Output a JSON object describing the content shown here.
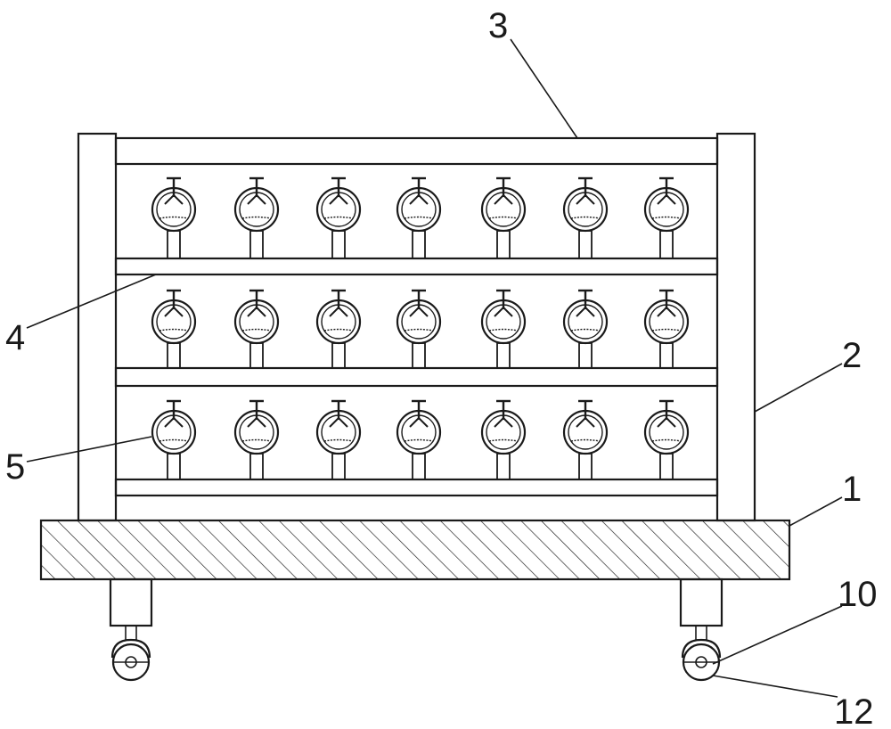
{
  "labels": {
    "base": "1",
    "side_post": "2",
    "top_rail": "3",
    "shelf_board": "4",
    "flask": "5",
    "caster": "10",
    "wheel": "12"
  }
}
